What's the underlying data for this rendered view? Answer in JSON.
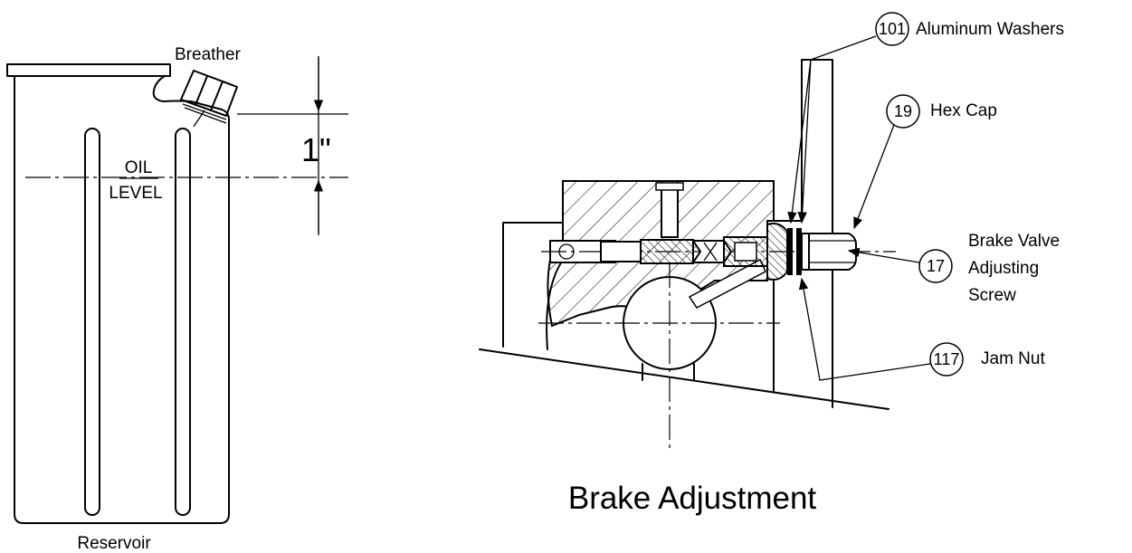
{
  "reservoir": {
    "label": "Reservoir",
    "breather_label": "Breather",
    "oil_label": "OIL",
    "level_label": "LEVEL",
    "dimension_label": "1\""
  },
  "brake": {
    "title": "Brake Adjustment",
    "callouts": [
      {
        "number": "101",
        "text": "Aluminum Washers"
      },
      {
        "number": "19",
        "text": "Hex Cap"
      },
      {
        "number": "17",
        "text_lines": [
          "Brake Valve",
          "Adjusting",
          "Screw"
        ]
      },
      {
        "number": "117",
        "text": "Jam Nut"
      }
    ]
  }
}
